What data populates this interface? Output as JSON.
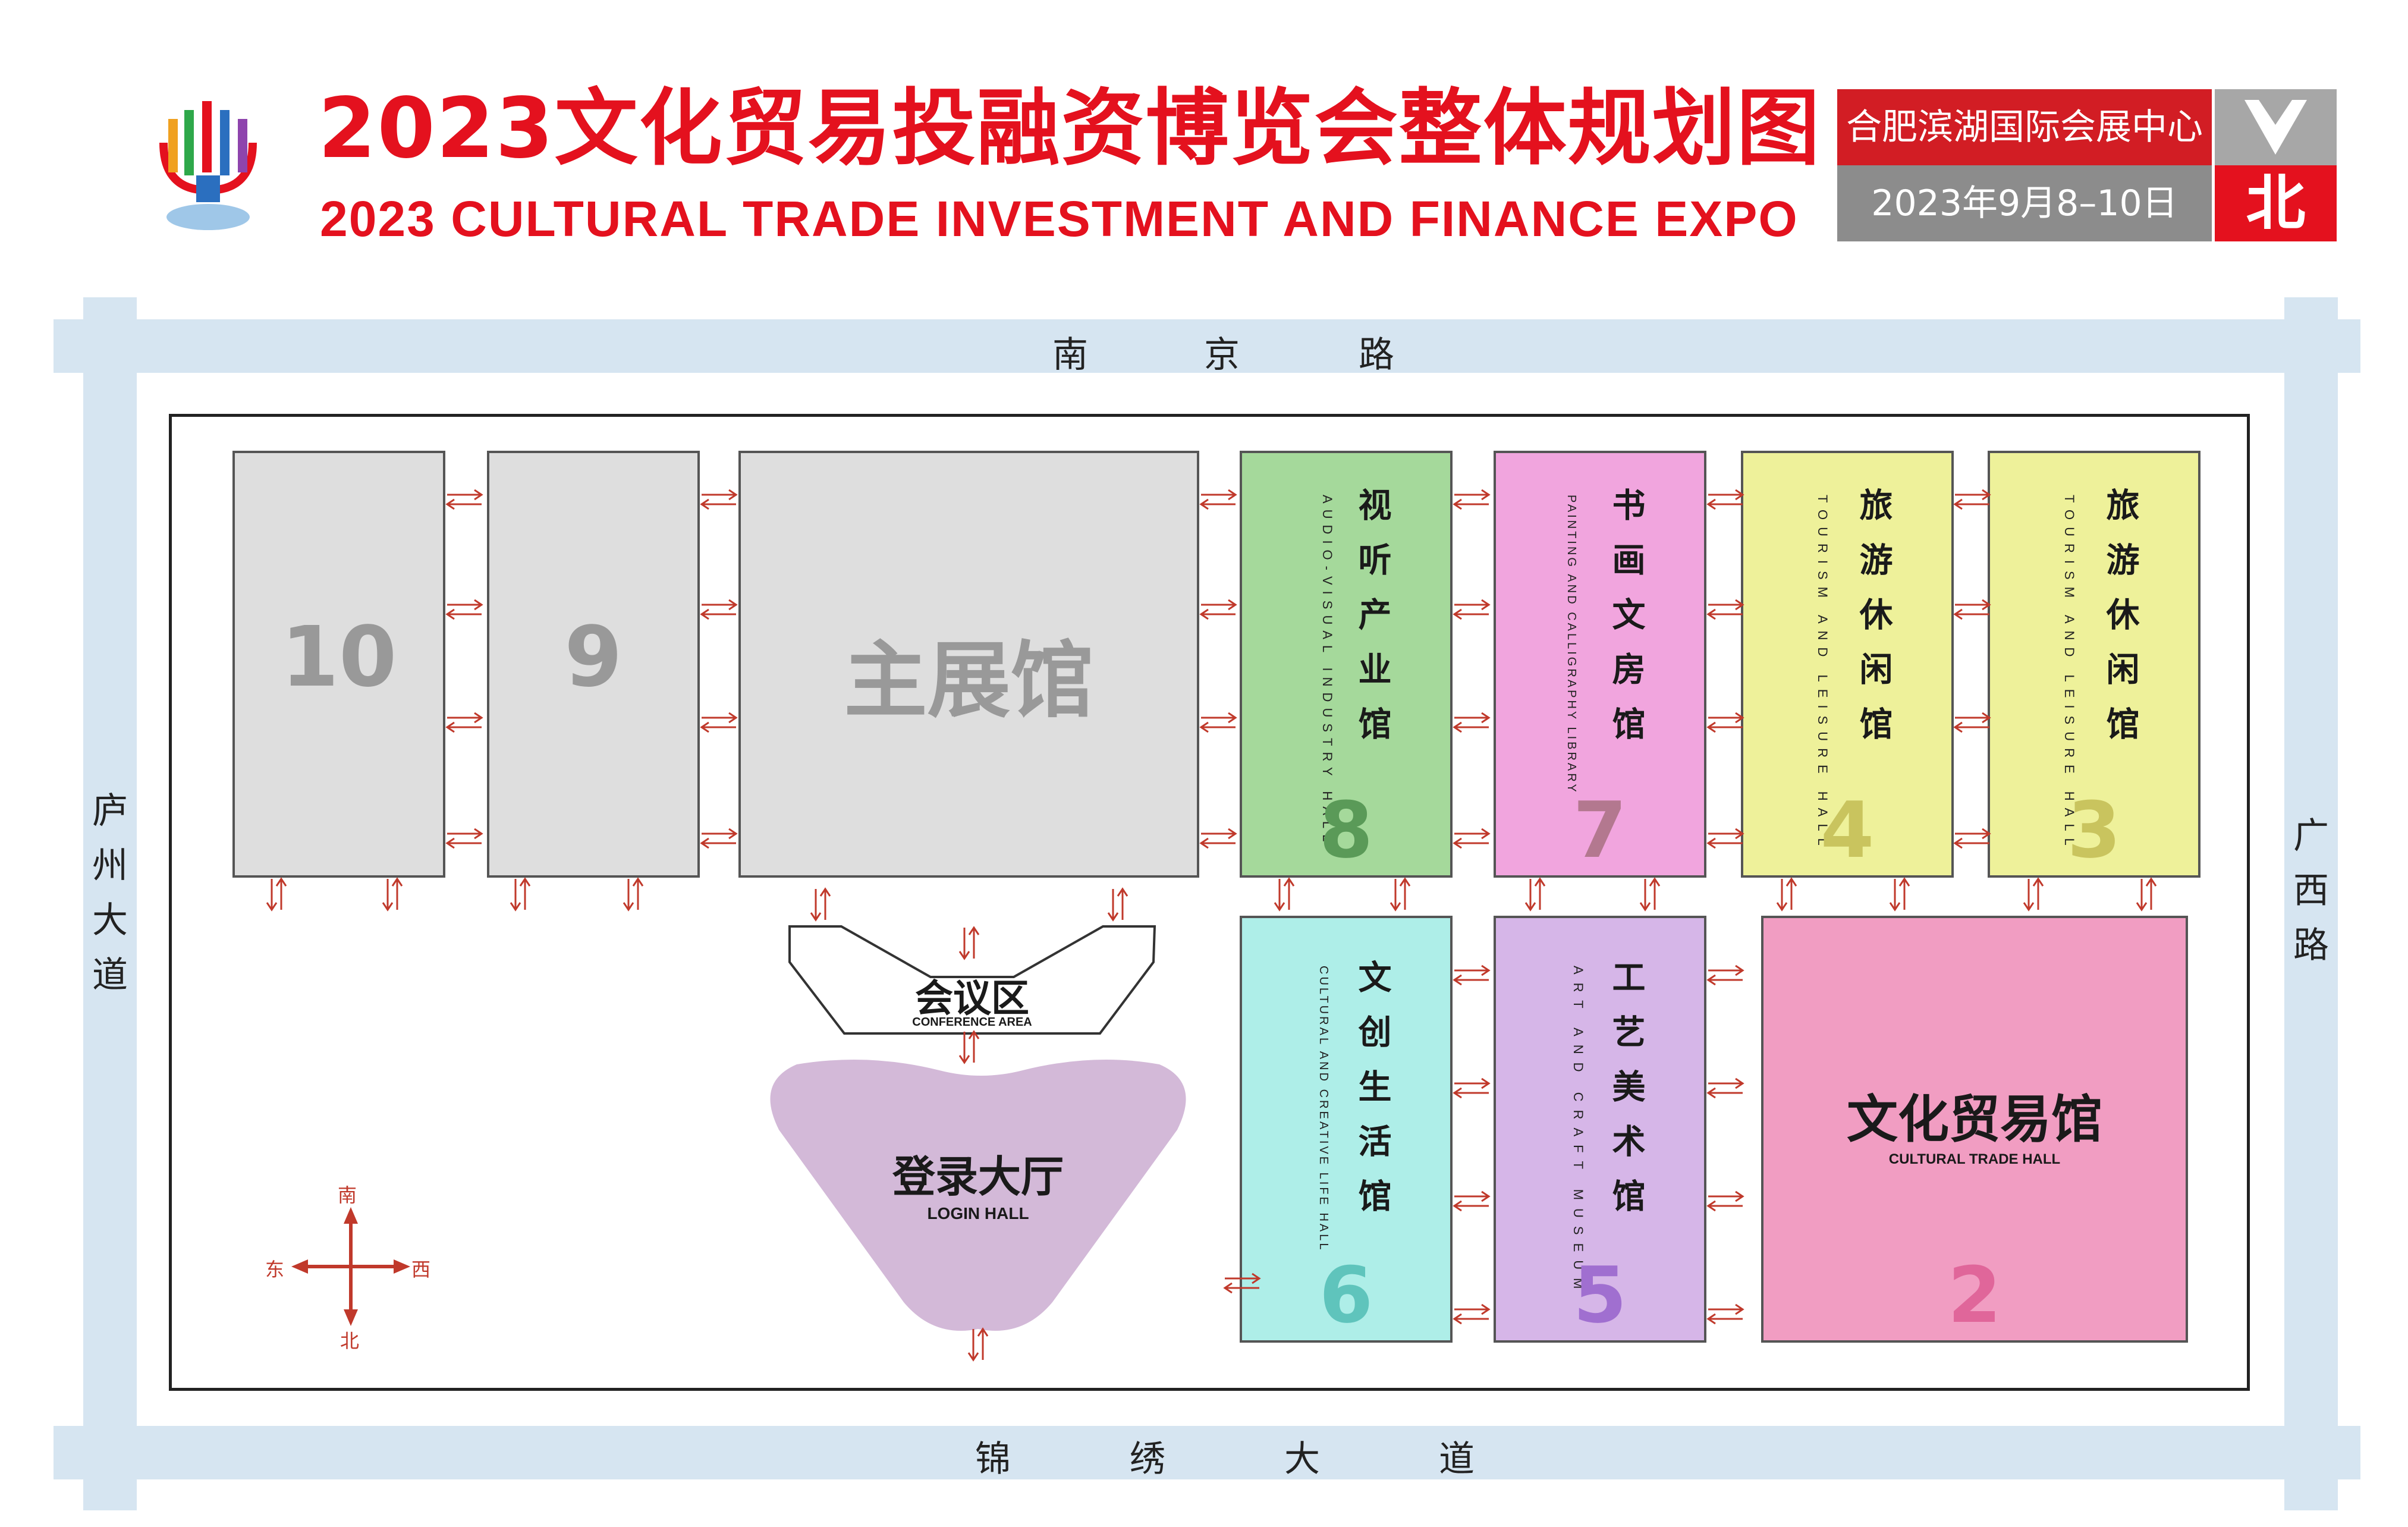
{
  "header": {
    "title_cn": "2023文化贸易投融资博览会整体规划图",
    "title_en": "2023 CULTURAL TRADE INVESTMENT AND FINANCE EXPO",
    "venue": "合肥滨湖国际会展中心",
    "date": "2023年9月8–10日",
    "north": "北",
    "logo_icon": "expo-logo-icon"
  },
  "roads": {
    "top": [
      "南",
      "京",
      "路"
    ],
    "bottom": [
      "锦",
      "绣",
      "大",
      "道"
    ],
    "left": [
      "庐",
      "州",
      "大",
      "道"
    ],
    "right": [
      "广",
      "西",
      "路"
    ]
  },
  "halls": {
    "hall10": {
      "label": "10"
    },
    "hall9": {
      "label": "9"
    },
    "main": {
      "label": "主展馆"
    },
    "hall8": {
      "cn": "视听产业馆",
      "en": "AUDIO-VISUAL INDUSTRY HALL",
      "num": "8",
      "color": "#a5d99b",
      "num_color": "#5a9a58"
    },
    "hall7": {
      "cn": "书画文房馆",
      "en": "PAINTING AND CALLIGRAPHY LIBRARY",
      "num": "7",
      "color": "#f1a5de",
      "num_color": "#b3788f"
    },
    "hall4": {
      "cn": "旅游休闲馆",
      "en": "TOURISM AND LEISURE HALL",
      "num": "4",
      "color": "#eef19a",
      "num_color": "#c9c45e"
    },
    "hall3": {
      "cn": "旅游休闲馆",
      "en": "TOURISM AND LEISURE HALL",
      "num": "3",
      "color": "#eef19a",
      "num_color": "#c9c45e"
    },
    "hall6": {
      "cn": "文创生活馆",
      "en": "CULTURAL AND CREATIVE LIFE HALL",
      "num": "6",
      "color": "#aeeee8",
      "num_color": "#5fc4bc"
    },
    "hall5": {
      "cn": "工艺美术馆",
      "en": "ART AND CRAFT MUSEUM",
      "num": "5",
      "color": "#d6b6e8",
      "num_color": "#a06fd0"
    },
    "hall2": {
      "cn": "文化贸易馆",
      "en": "CULTURAL TRADE HALL",
      "num": "2",
      "color": "#f19dc2",
      "num_color": "#e0669a"
    }
  },
  "conference": {
    "cn": "会议区",
    "en": "CONFERENCE AREA"
  },
  "login_hall": {
    "cn": "登录大厅",
    "en": "LOGIN HALL",
    "color": "#d3b9d8"
  },
  "compass": {
    "south": "南",
    "north": "北",
    "east": "东",
    "west": "西",
    "color": "#c0392b"
  },
  "colors": {
    "title": "#e4111e",
    "road": "#d6e5f1",
    "arrow": "#c0392b"
  }
}
